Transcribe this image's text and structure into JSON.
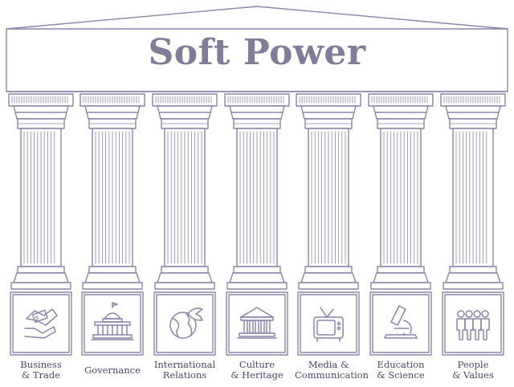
{
  "title": "Soft Power",
  "colors": {
    "stroke": "#8a84a8",
    "fill": "#f4f3f8",
    "title": "#837c99",
    "label": "#4a4670"
  },
  "pillars": [
    {
      "id": "business",
      "label_lines": [
        "Business",
        "& Trade"
      ],
      "icon": "handshake-icon"
    },
    {
      "id": "governance",
      "label_lines": [
        "Governance"
      ],
      "icon": "capitol-building-icon"
    },
    {
      "id": "international",
      "label_lines": [
        "International",
        "Relations"
      ],
      "icon": "globe-dove-icon"
    },
    {
      "id": "culture",
      "label_lines": [
        "Culture",
        "& Heritage"
      ],
      "icon": "temple-icon"
    },
    {
      "id": "media",
      "label_lines": [
        "Media &",
        "Communication"
      ],
      "icon": "television-icon"
    },
    {
      "id": "education",
      "label_lines": [
        "Education",
        "& Science"
      ],
      "icon": "microscope-icon"
    },
    {
      "id": "people",
      "label_lines": [
        "People",
        "& Values"
      ],
      "icon": "people-group-icon"
    }
  ]
}
